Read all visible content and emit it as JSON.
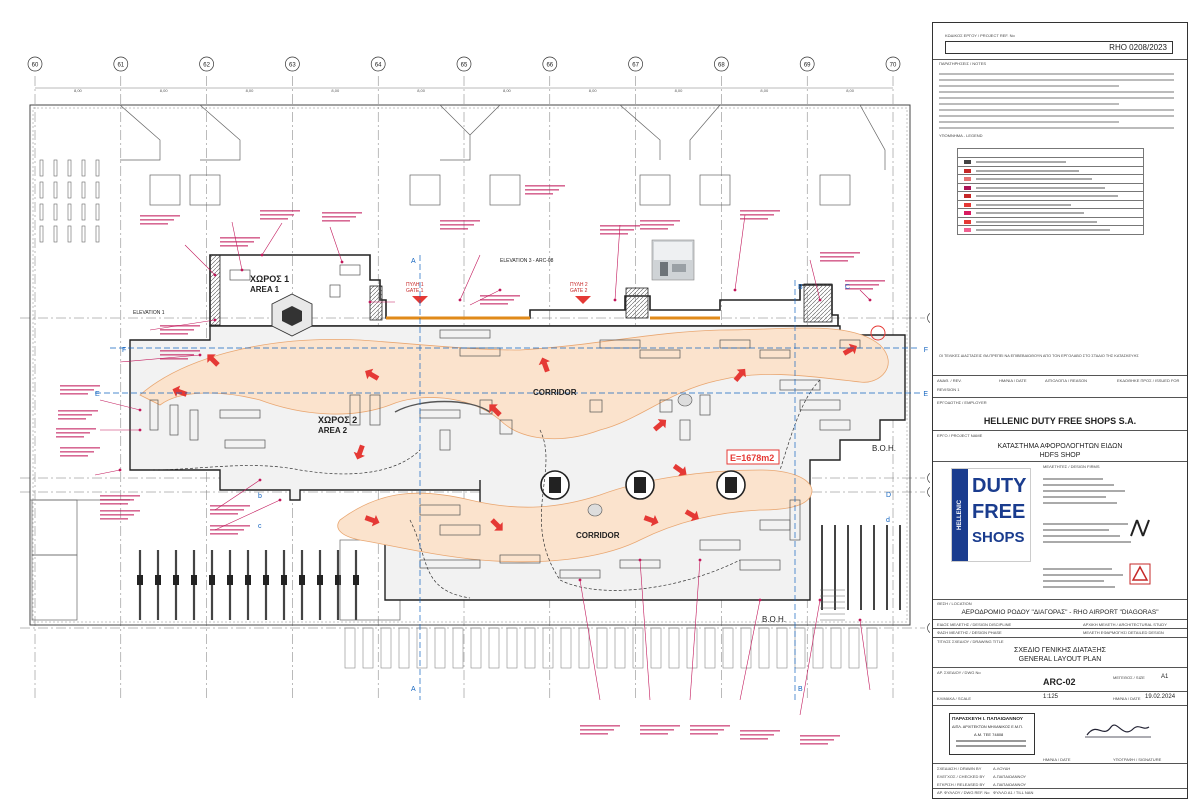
{
  "grid": {
    "columns": [
      "60",
      "61",
      "62",
      "63",
      "64",
      "65",
      "66",
      "67",
      "68",
      "69",
      "70"
    ],
    "rows": [
      "a",
      "b",
      "c",
      "d"
    ],
    "dims": [
      "8,00",
      "8,00",
      "8,00",
      "8,00",
      "8,00",
      "8,00",
      "8,00",
      "8,00",
      "8,00",
      "8,00"
    ]
  },
  "plan_labels": {
    "area1_gr": "ΧΩΡΟΣ 1",
    "area1_en": "AREA 1",
    "area2_gr": "ΧΩΡΟΣ 2",
    "area2_en": "AREA 2",
    "corridor_top": "CORRIDOR",
    "corridor_bottom": "CORRIDOR",
    "area_value": "E=1678m2",
    "gate1_gr": "ΠΥΛΗ 1",
    "gate1_en": "GATE 1",
    "gate2_gr": "ΠΥΛΗ 2",
    "gate2_en": "GATE 2",
    "elevation1": "ELEVATION 1",
    "elevation3": "ELEVATION 3 - ARC-08",
    "boh_right": "B.O.H.",
    "boh_bottom": "B.O.H.",
    "sec_A": "A",
    "sec_B": "B",
    "sec_C": "C",
    "sec_D": "D",
    "sec_E": "E",
    "sec_F": "F",
    "sec_b": "b",
    "sec_c": "c",
    "sec_d": "d"
  },
  "title_block": {
    "project_ref_label": "ΚΩΔΙΚΟΣ ΕΡΓΟΥ / PROJECT REF. No",
    "project_ref": "RHO 0208/2023",
    "notes_label": "ΠΑΡΑΤΗΡΗΣΕΙΣ / NOTES",
    "legend_label": "ΥΠΟΜΝΗΜΑ - LEGEND",
    "notice": "ΟΙ ΤΕΛΙΚΕΣ ΔΙΑΣΤΑΣΕΙΣ ΘΑ ΠΡΕΠΕΙ ΝΑ ΕΠΙΒΕΒΑΙΩΘΟΥΝ ΑΠΟ ΤΟΝ ΕΡΓΟΛΑΒΟ ΣΤΟ ΣΤΑΔΙΟ ΤΗΣ ΚΑΤΑΣΚΕΥΗΣ",
    "rev_col1": "ΑΝΑΘ. / REV.",
    "rev_col2": "ΗΜ/ΝΙΑ / DATE",
    "rev_col3": "ΑΙΤΙΟΛΟΓΙΑ / REASON",
    "rev_col4": "ΕΚΔΟΘΗΚΕ ΠΡΟΣ / ISSUED FOR",
    "rev_first": "REVISION 1",
    "employer_label": "ΕΡΓΟΔΟΤΗΣ / EMPLOYER",
    "employer": "HELLENIC DUTY FREE SHOPS S.A.",
    "project_label": "ΕΡΓΟ / PROJECT NAME",
    "project_gr": "ΚΑΤΑΣΤΗΜΑ ΑΦΟΡΟΛΟΓΗΤΩΝ ΕΙΔΩΝ",
    "project_en": "HDFS SHOP",
    "designers_label": "ΜΕΛΕΤΗΤΕΣ / DESIGN FIRMS",
    "logo_vertical": "HELLENIC",
    "logo_duty": "DUTY",
    "logo_free": "FREE",
    "logo_shops": "SHOPS",
    "location_label": "ΘΕΣΗ / LOCATION",
    "location": "ΑΕΡΟΔΡΟΜΙΟ ΡΟΔΟΥ \"ΔΙΑΓΟΡΑΣ\" - RHO AIRPORT \"DIAGORAS\"",
    "discipline_label": "ΕΙΔΟΣ ΜΕΛΕΤΗΣ / DESIGN DISCIPLINE",
    "discipline": "ΑΡΧΙΚΗ ΜΕΛΕΤΗ / ARCHITECTURAL STUDY",
    "phase_label": "ΦΑΣΗ ΜΕΛΕΤΗΣ / DESIGN PHASE",
    "phase": "ΜΕΛΕΤΗ ΕΦΑΡΜΟΓΗΣ/ DETAILED DESIGN",
    "drawing_title_label": "ΤΙΤΛΟΣ ΣΧΕΔΙΟΥ / DRAWING TITLE",
    "drawing_title_gr": "ΣΧΕΔΙΟ ΓΕΝΙΚΗΣ ΔΙΑΤΑΞΗΣ",
    "drawing_title_en": "GENERAL LAYOUT PLAN",
    "dwg_no_label": "ΑΡ. ΣΧΕΔΙΟΥ / DWG No",
    "dwg_no": "ARC-02",
    "size_label": "ΜΕΓΕΘΟΣ / SIZE",
    "size": "A1",
    "scale_label": "ΚΛΙΜΑΚΑ / SCALE",
    "scale": "1:125",
    "date_label": "ΗΜ/ΝΙΑ / DATE",
    "date": "19.02.2024",
    "sig_label": "ΥΠΟΓΡΑΦΗ / SIGNATURE",
    "drawn_label": "ΣΧΕΔΙΑΣΗ / DRAWN BY",
    "drawn": "Α.ΛΟΥΔΗ",
    "checked_label": "ΕΛΕΓΧΟΣ / CHECKED BY",
    "checked": "Α.ΠΑΠΑΙΩΑΝΝΟΥ",
    "approved_label": "ΕΓΚΡΙΣΗ / RELEASED BY",
    "approved": "Α.ΠΑΠΑΙΩΑΝΝΟΥ",
    "stamp_line1": "ΠΑΡΑΣΚΕΥΗ Ι. ΠΑΠΑΙΩΑΝΝΟΥ",
    "stamp_line2": "ΔΙΠΛ. ΑΡΧΙΤΕΚΤΩΝ ΜΗΧΑΝΙΚΟΣ Ε.Μ.Π.",
    "stamp_line3": "Α.Μ. ΤΕΕ 74808",
    "sheet_ref_label": "ΑΡ. ΦΥΛΛΟΥ / DWG REF. No",
    "sheet_ref": "ΦΥΛΛΟ Α1 / TILL NAN"
  },
  "colors": {
    "corridor": "#fbe3cd",
    "arrow": "#e53935",
    "leader": "#c2185b",
    "wall": "#222222",
    "brand": "#1a3c8e"
  }
}
